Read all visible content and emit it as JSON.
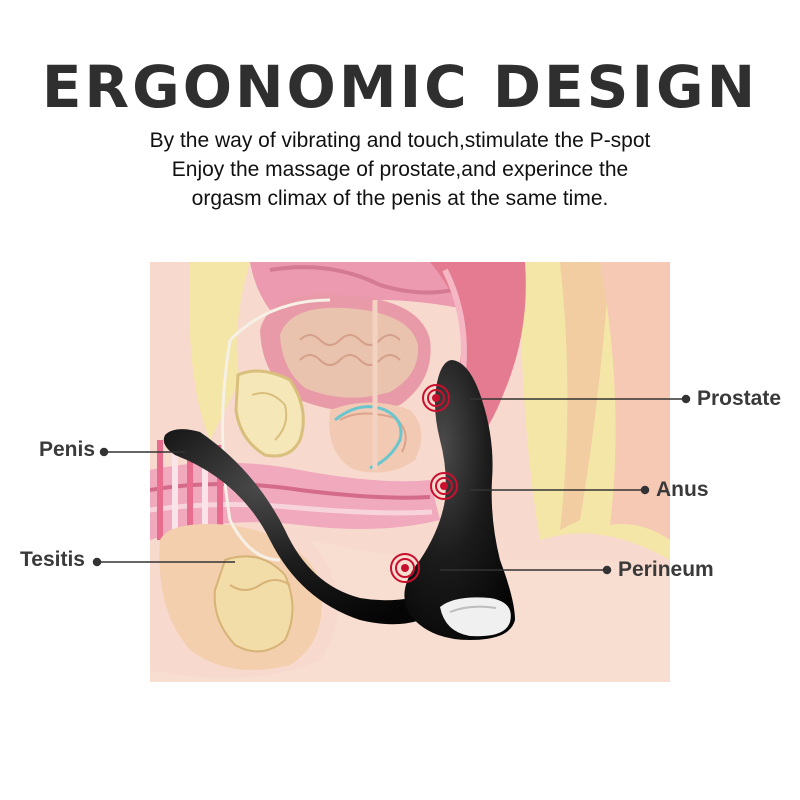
{
  "title": "ERGONOMIC DESIGN",
  "description": [
    "By the way of vibrating and touch,stimulate the P-spot",
    "Enjoy the massage of prostate,and experince the",
    "orgasm climax of the penis at the same time."
  ],
  "labels": {
    "prostate": "Prostate",
    "anus": "Anus",
    "perineum": "Perineum",
    "penis": "Penis",
    "testis": "Tesitis"
  },
  "colors": {
    "title": "#2f2f2f",
    "label": "#3a3a3a",
    "device": "#141414",
    "vibration": "#c8102e",
    "skin": "#f6d3c6",
    "fat": "#f3e6a6",
    "tissue_pink": "#e88ea4",
    "prostate_gland": "#e6b8a2"
  }
}
